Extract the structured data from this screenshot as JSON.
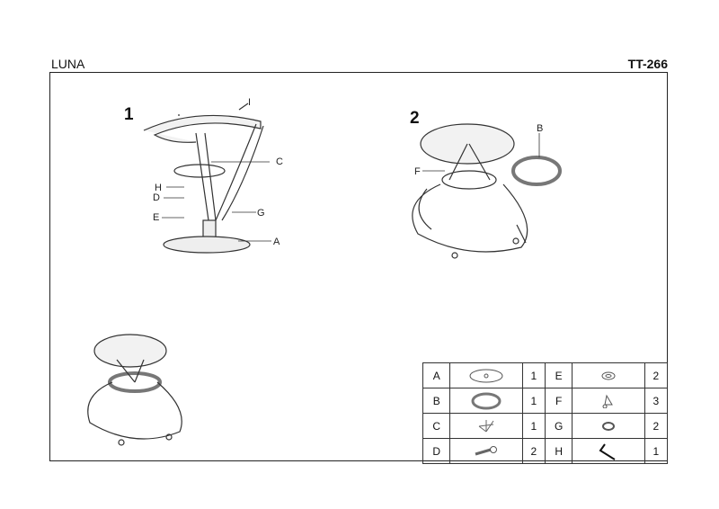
{
  "header": {
    "title": "LUNA",
    "code": "TT-266"
  },
  "steps": [
    {
      "number": "1",
      "labels": [
        "I",
        "C",
        "H",
        "D",
        "E",
        "G",
        "A"
      ]
    },
    {
      "number": "2",
      "labels": [
        "B",
        "F"
      ]
    }
  ],
  "parts": [
    {
      "left": {
        "letter": "A",
        "icon": "base-disc-icon",
        "qty": "1"
      },
      "right": {
        "letter": "E",
        "icon": "washer-icon",
        "qty": "2"
      }
    },
    {
      "left": {
        "letter": "B",
        "icon": "ring-icon",
        "qty": "1"
      },
      "right": {
        "letter": "F",
        "icon": "glass-holder-icon",
        "qty": "3"
      }
    },
    {
      "left": {
        "letter": "C",
        "icon": "frame-icon",
        "qty": "1"
      },
      "right": {
        "letter": "G",
        "icon": "spring-washer-icon",
        "qty": "2"
      }
    },
    {
      "left": {
        "letter": "D",
        "icon": "bolt-icon",
        "qty": "2"
      },
      "right": {
        "letter": "H",
        "icon": "allen-key-icon",
        "qty": "1"
      }
    }
  ]
}
